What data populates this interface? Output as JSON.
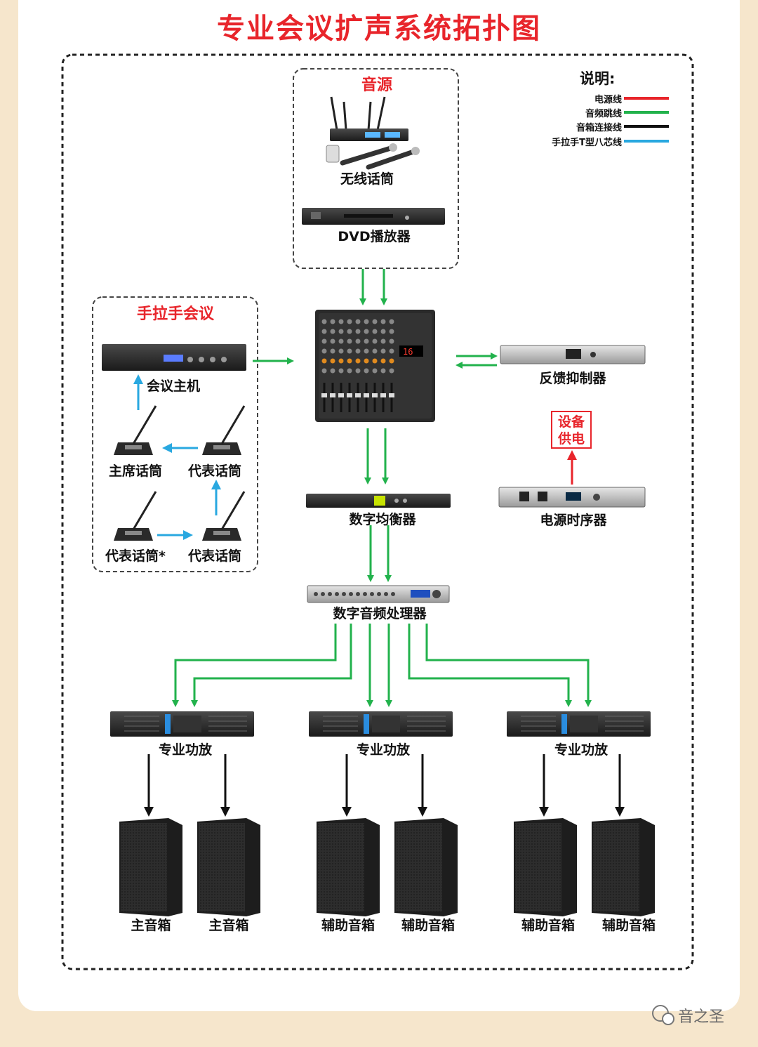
{
  "title": "专业会议扩声系统拓扑图",
  "legend": {
    "title": "说明:",
    "items": [
      {
        "label": "电源线",
        "color": "#e8252b"
      },
      {
        "label": "音频跳线",
        "color": "#22b24c"
      },
      {
        "label": "音箱连接线",
        "color": "#111111"
      },
      {
        "label": "手拉手T型八芯线",
        "color": "#29a8e0"
      }
    ]
  },
  "groups": {
    "source": "音源",
    "handinhand": "手拉手会议"
  },
  "devices": {
    "wireless_mic": "无线话筒",
    "dvd": "DVD播放器",
    "conf_host": "会议主机",
    "chair_mic": "主席话筒",
    "delegate_mic_a": "代表话筒",
    "delegate_mic_star": "代表话筒*",
    "delegate_mic_b": "代表话筒",
    "feedback": "反馈抑制器",
    "power_supply": "设备供电",
    "sequencer": "电源时序器",
    "eq": "数字均衡器",
    "dsp": "数字音频处理器",
    "amp1": "专业功放",
    "amp2": "专业功放",
    "amp3": "专业功放",
    "spk1": "主音箱",
    "spk2": "主音箱",
    "spk3": "辅助音箱",
    "spk4": "辅助音箱",
    "spk5": "辅助音箱",
    "spk6": "辅助音箱"
  },
  "watermark": "音之圣"
}
